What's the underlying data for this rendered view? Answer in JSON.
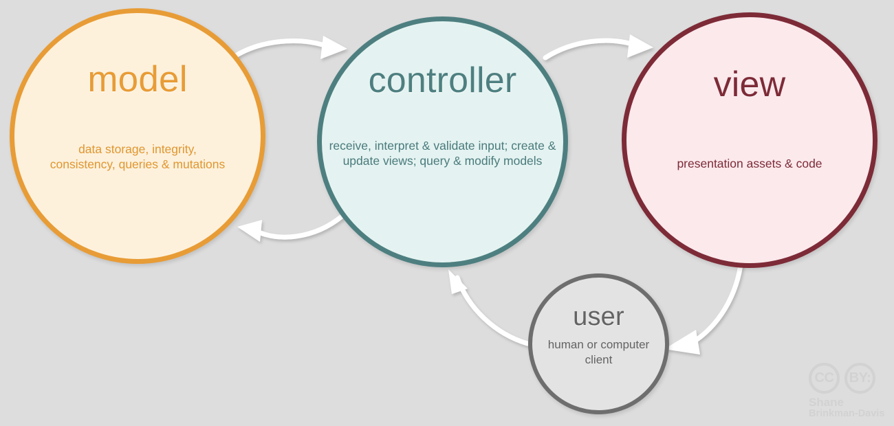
{
  "diagram": {
    "title": "MVC architecture diagram",
    "background_color": "#dddddd"
  },
  "nodes": {
    "model": {
      "title": "model",
      "description": "data storage, integrity, consistency, queries & mutations",
      "border_color": "#e89c36",
      "fill_color": "#fdf1dc",
      "text_color": "#e89c36"
    },
    "controller": {
      "title": "controller",
      "description": "receive, interpret & validate input; create & update views; query & modify models",
      "border_color": "#4e7f80",
      "fill_color": "#e4f3f1",
      "text_color": "#4e7f80"
    },
    "view": {
      "title": "view",
      "description": "presentation assets & code",
      "border_color": "#7d2b37",
      "fill_color": "#fbe9ec",
      "text_color": "#7d2b37"
    },
    "user": {
      "title": "user",
      "description": "human or computer client",
      "border_color": "#6e6e6e",
      "fill_color": "#e3e3e3",
      "text_color": "#636363"
    }
  },
  "arrows": [
    {
      "name": "model-to-controller",
      "from": "model",
      "to": "controller",
      "color": "#ffffff"
    },
    {
      "name": "controller-to-model",
      "from": "controller",
      "to": "model",
      "color": "#ffffff"
    },
    {
      "name": "controller-to-view",
      "from": "controller",
      "to": "view",
      "color": "#ffffff"
    },
    {
      "name": "view-to-user",
      "from": "view",
      "to": "user",
      "color": "#ffffff"
    },
    {
      "name": "user-to-controller",
      "from": "user",
      "to": "controller",
      "color": "#ffffff"
    }
  ],
  "license": {
    "badge_cc": "CC",
    "badge_by": "BY:",
    "author_line1": "Shane",
    "author_line2": "Brinkman-Davis",
    "color": "#d2d2d2"
  }
}
